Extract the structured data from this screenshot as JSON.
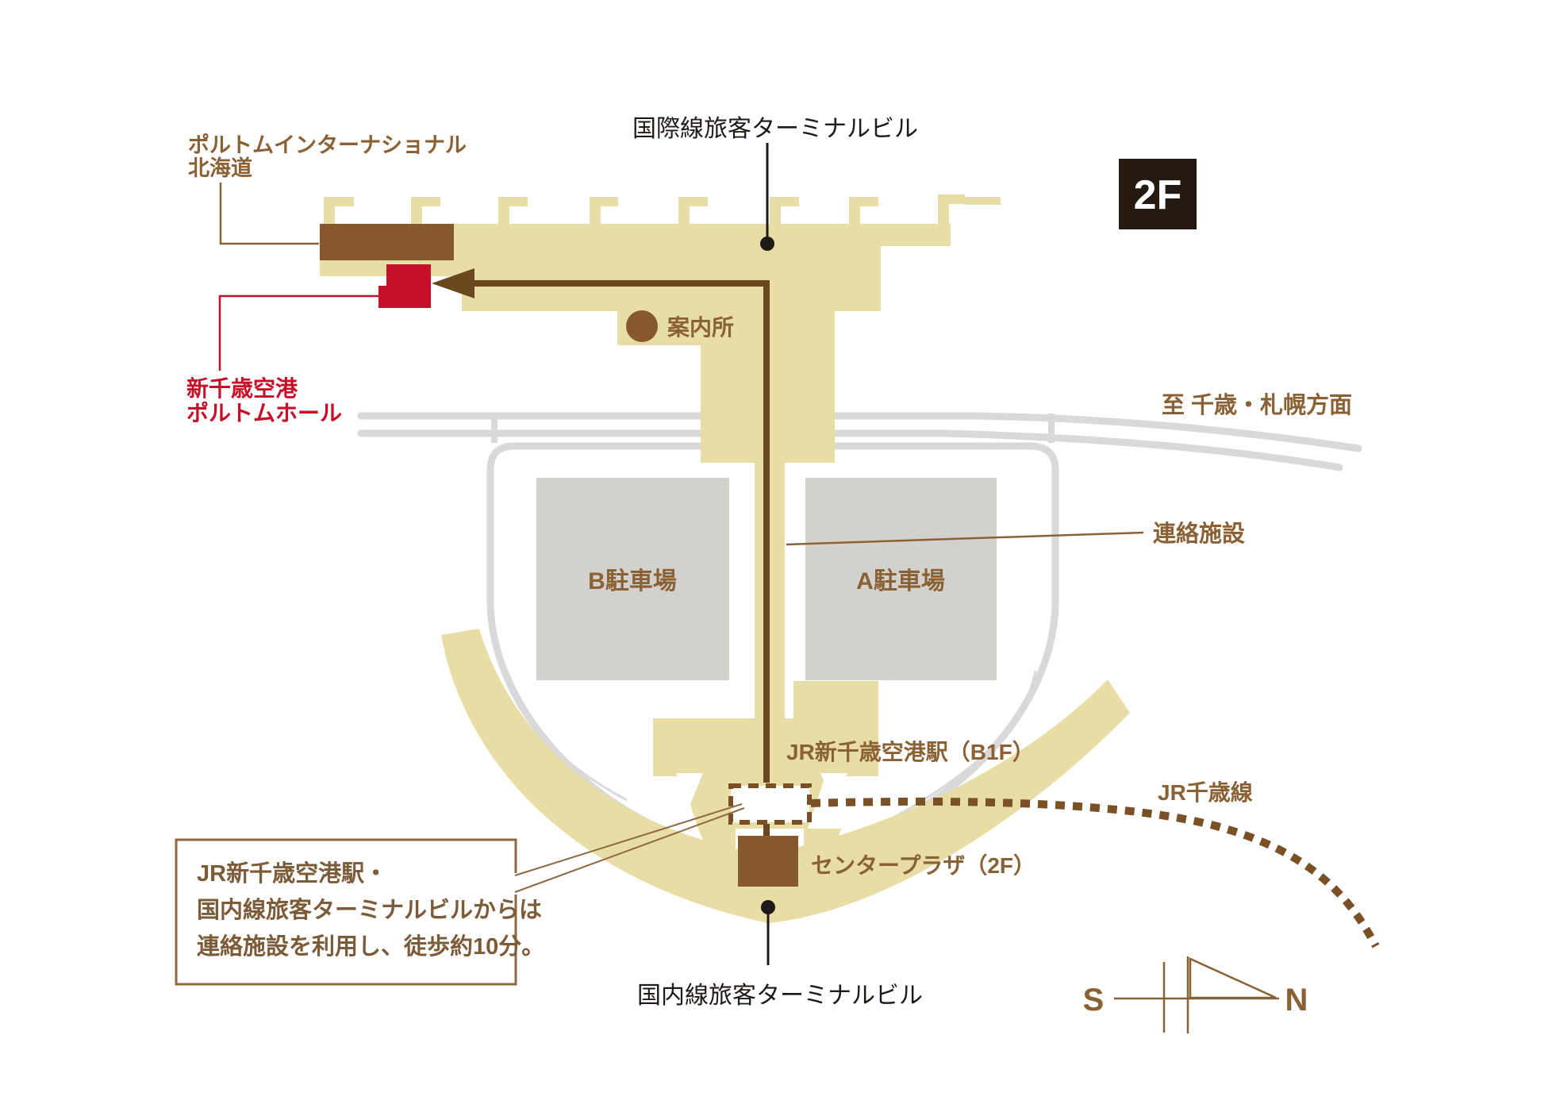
{
  "map": {
    "floor_badge": "2F",
    "labels": {
      "international_terminal": "国際線旅客ターミナルビル",
      "hotel_line1": "ポルトムインターナショナル",
      "hotel_line2": "北海道",
      "hall_line1": "新千歳空港",
      "hall_line2": "ポルトムホール",
      "info_desk": "案内所",
      "to_chitose_sapporo": "至 千歳・札幌方面",
      "connecting_facility": "連絡施設",
      "parking_b": "B駐車場",
      "parking_a": "A駐車場",
      "jr_station": "JR新千歳空港駅（B1F）",
      "jr_chitose_line": "JR千歳線",
      "center_plaza": "センタープラザ（2F）",
      "domestic_terminal": "国内線旅客ターミナルビル",
      "compass_south": "S",
      "compass_north": "N"
    },
    "note": {
      "line1": "JR新千歳空港駅・",
      "line2": "国内線旅客ターミナルビルからは",
      "line3": "連絡施設を利用し、徒歩約10分。"
    },
    "colors": {
      "building_beige": "#e8dda4",
      "hotel_brown": "#87582b",
      "hall_red": "#c60f28",
      "route_brown": "#6b4720",
      "railway_brown": "#7a5126",
      "label_brown": "#8a6134",
      "road_gray": "#d9d9d9",
      "parking_gray": "#d3d1ce",
      "badge_dark": "#241a12",
      "text_black": "#1f1a17"
    }
  }
}
